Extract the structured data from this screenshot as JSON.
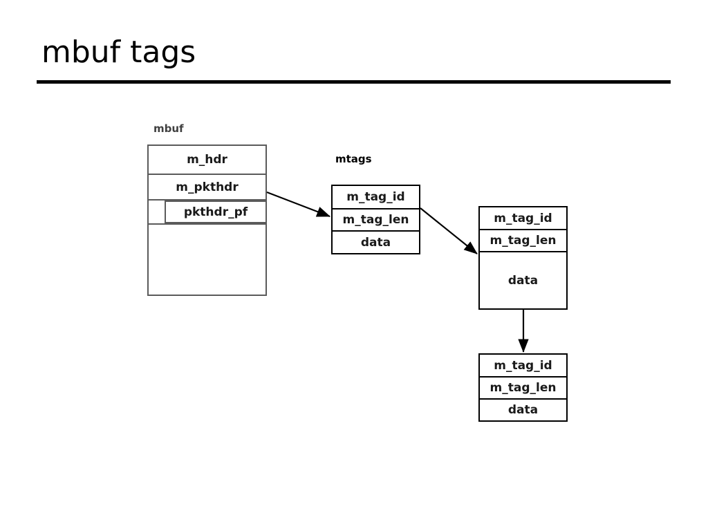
{
  "slide": {
    "title": "mbuf tags"
  },
  "diagram": {
    "captions": {
      "mbuf": "mbuf",
      "mtags": "mtags"
    },
    "mbuf_struct": {
      "name": "mbuf",
      "fields": [
        {
          "label": "m_hdr"
        },
        {
          "label": "m_pkthdr"
        },
        {
          "label": "pkthdr_pf"
        },
        {
          "label": ""
        }
      ]
    },
    "mtag_boxes": [
      {
        "id": "mtag-1",
        "rows": [
          {
            "label": "m_tag_id"
          },
          {
            "label": "m_tag_len"
          },
          {
            "label": "data"
          }
        ]
      },
      {
        "id": "mtag-2",
        "rows": [
          {
            "label": "m_tag_id"
          },
          {
            "label": "m_tag_len"
          },
          {
            "label": "data"
          }
        ]
      },
      {
        "id": "mtag-3",
        "rows": [
          {
            "label": "m_tag_id"
          },
          {
            "label": "m_tag_len"
          },
          {
            "label": "data"
          }
        ]
      }
    ],
    "connectors": [
      {
        "name": "mbuf-to-mtag1",
        "from": "m_pkthdr",
        "to": "mtag-1"
      },
      {
        "name": "mtag1-to-mtag2",
        "from": "mtag-1",
        "to": "mtag-2"
      },
      {
        "name": "mtag2-to-mtag3",
        "from": "mtag-2",
        "to": "mtag-3"
      }
    ]
  },
  "colors": {
    "background": "#ffffff",
    "title_text": "#000000",
    "rule": "#000000",
    "mbuf_border": "#5a5a5a",
    "mtag_border": "#000000",
    "box_text": "#1a1a1a",
    "caption_mbuf": "#404040",
    "caption_mtags": "#000000",
    "arrow": "#000000"
  }
}
